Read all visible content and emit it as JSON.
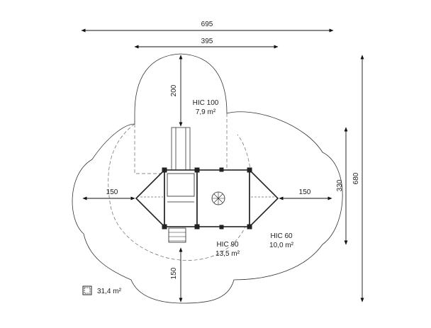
{
  "dimensions": {
    "overall_width": "695",
    "tower_zone_width": "395",
    "overall_height": "680",
    "side_zone_height": "330",
    "top_extension": "200",
    "left_extension": "150",
    "right_extension": "150",
    "bottom_extension": "150"
  },
  "zones": {
    "hic100_name": "HIC 100",
    "hic100_area": "7,9 m²",
    "hic90_name": "HIC 90",
    "hic90_area": "13,5 m²",
    "hic60_name": "HIC 60",
    "hic60_area": "10,0 m²"
  },
  "legend": {
    "total_area": "31,4 m²"
  }
}
